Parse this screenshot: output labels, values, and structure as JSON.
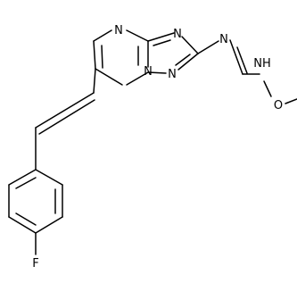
{
  "molecule": {
    "atoms": {
      "n_pyr_top": "N",
      "n_tri_top": "N",
      "n_bridge": "N",
      "n_tri_bottom": "N",
      "n_imine": "N",
      "nh": "NH",
      "o": "O",
      "f": "F"
    }
  }
}
